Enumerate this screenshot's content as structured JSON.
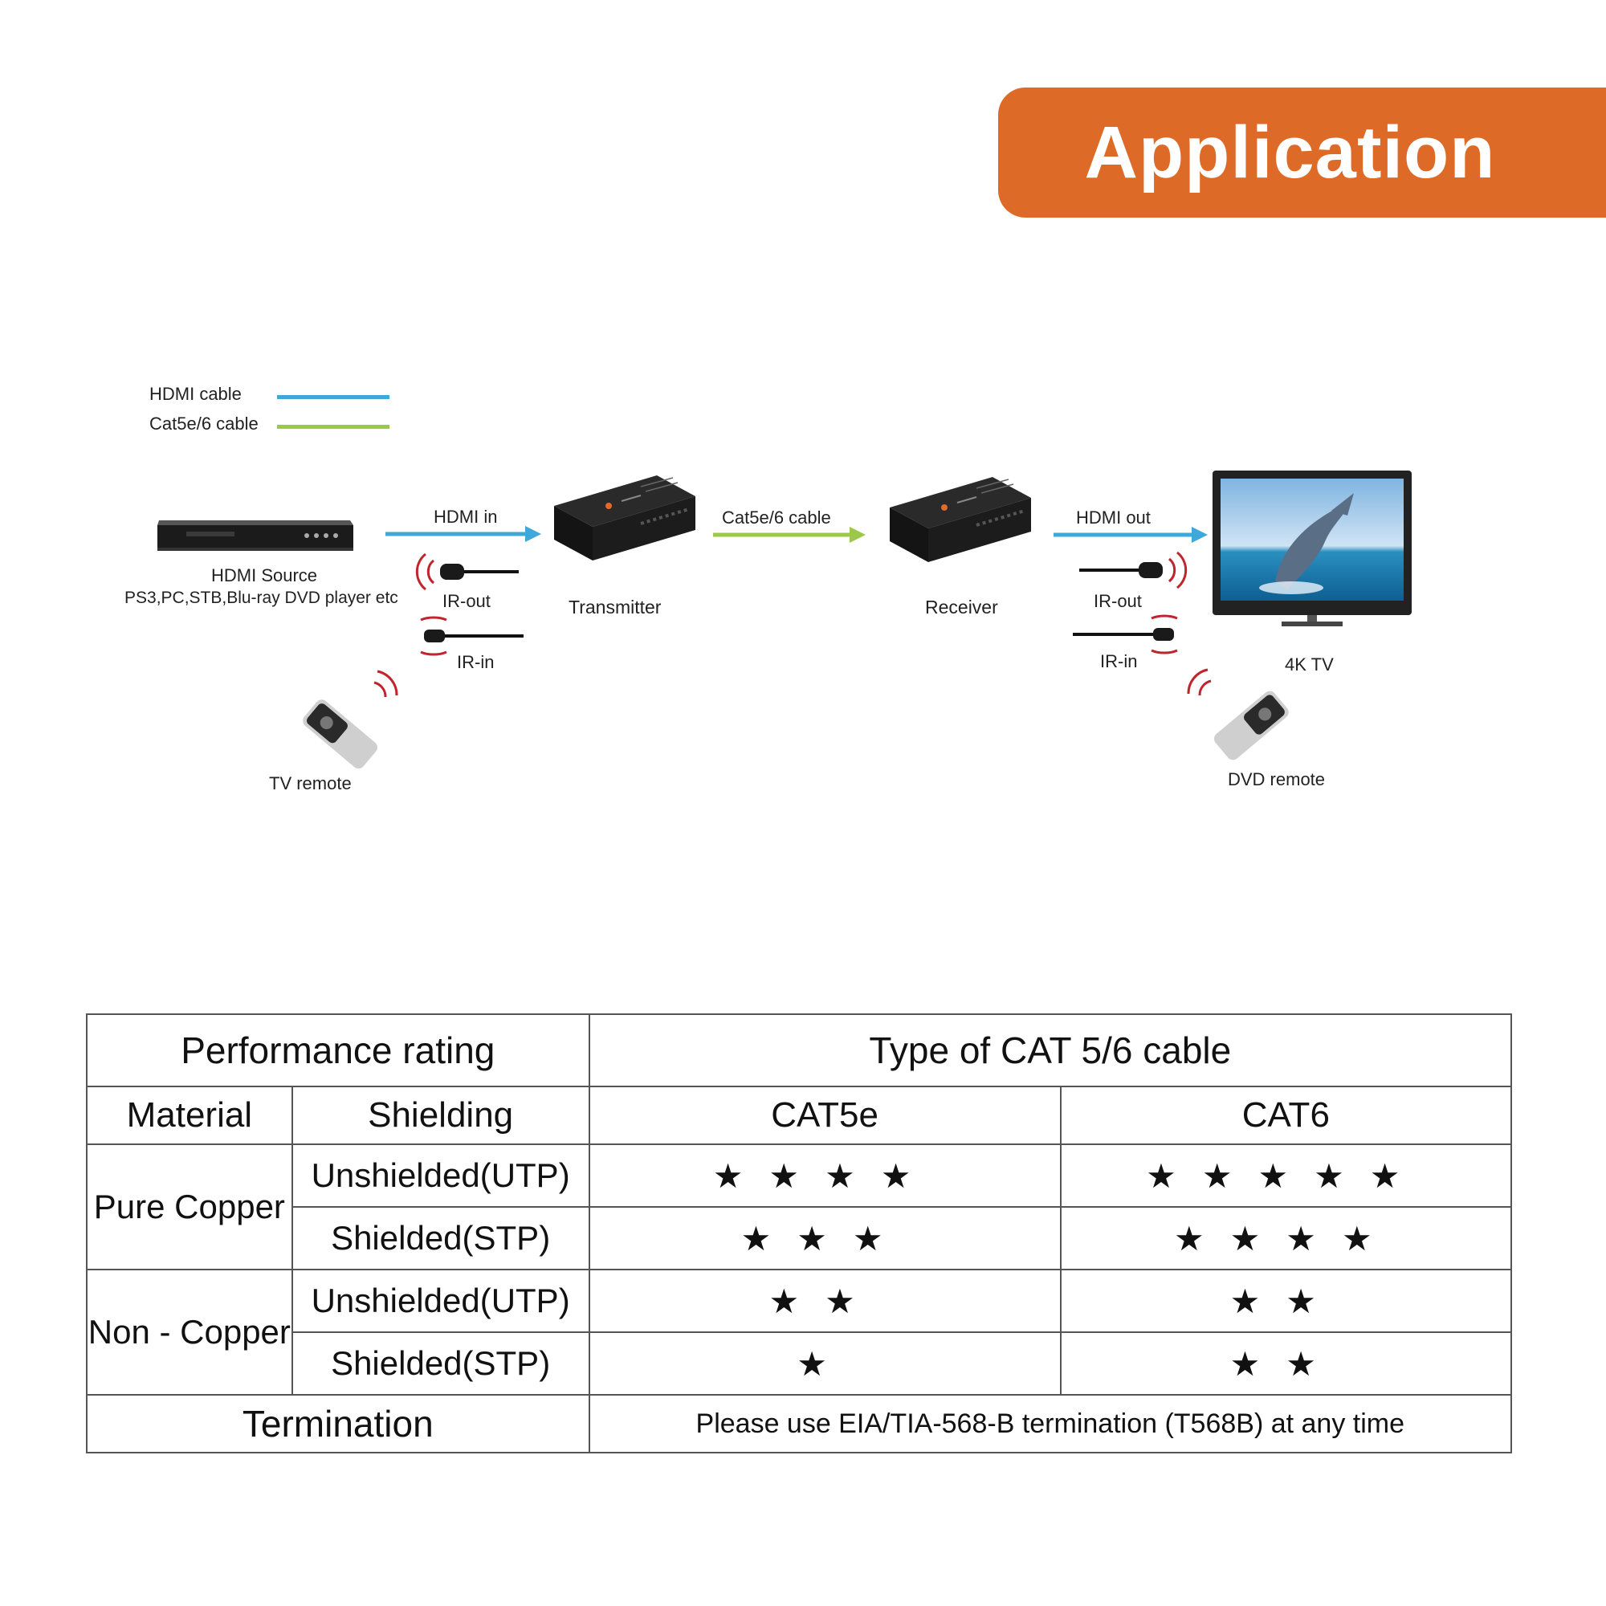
{
  "banner": {
    "title": "Application",
    "color": "#de6a28"
  },
  "legend": {
    "hdmi_label": "HDMI cable",
    "cat_label": "Cat5e/6 cable",
    "hdmi_color": "#3ea9d8",
    "cat_color": "#9cc84a"
  },
  "diagram": {
    "hdmi_in": "HDMI in",
    "cat_cable": "Cat5e/6 cable",
    "hdmi_out": "HDMI out",
    "source_title": "HDMI Source",
    "source_desc": "PS3,PC,STB,Blu-ray DVD player etc",
    "transmitter": "Transmitter",
    "receiver": "Receiver",
    "ir_out_left": "IR-out",
    "ir_in_left": "IR-in",
    "ir_out_right": "IR-out",
    "ir_in_right": "IR-in",
    "tv_label": "4K TV",
    "tv_remote": "TV remote",
    "dvd_remote": "DVD remote",
    "ir_wave_color": "#c0242c"
  },
  "table": {
    "header_rating": "Performance rating",
    "header_type": "Type of CAT 5/6 cable",
    "col_material": "Material",
    "col_shielding": "Shielding",
    "col_cat5e": "CAT5e",
    "col_cat6": "CAT6",
    "rows": [
      {
        "material": "Pure Copper",
        "shielding": "Unshielded(UTP)",
        "cat5e": "★★★★",
        "cat6": "★★★★★",
        "cat5e_rating": 4,
        "cat6_rating": 5
      },
      {
        "shielding": "Shielded(STP)",
        "cat5e": "★★★",
        "cat6": "★★★★",
        "cat5e_rating": 3,
        "cat6_rating": 4
      },
      {
        "material": "Non - Copper",
        "shielding": "Unshielded(UTP)",
        "cat5e": "★★",
        "cat6": "★★",
        "cat5e_rating": 2,
        "cat6_rating": 2
      },
      {
        "shielding": "Shielded(STP)",
        "cat5e": "★",
        "cat6": "★★",
        "cat5e_rating": 1,
        "cat6_rating": 2
      }
    ],
    "termination_label": "Termination",
    "termination_text": "Please use EIA/TIA-568-B termination (T568B) at any time"
  }
}
